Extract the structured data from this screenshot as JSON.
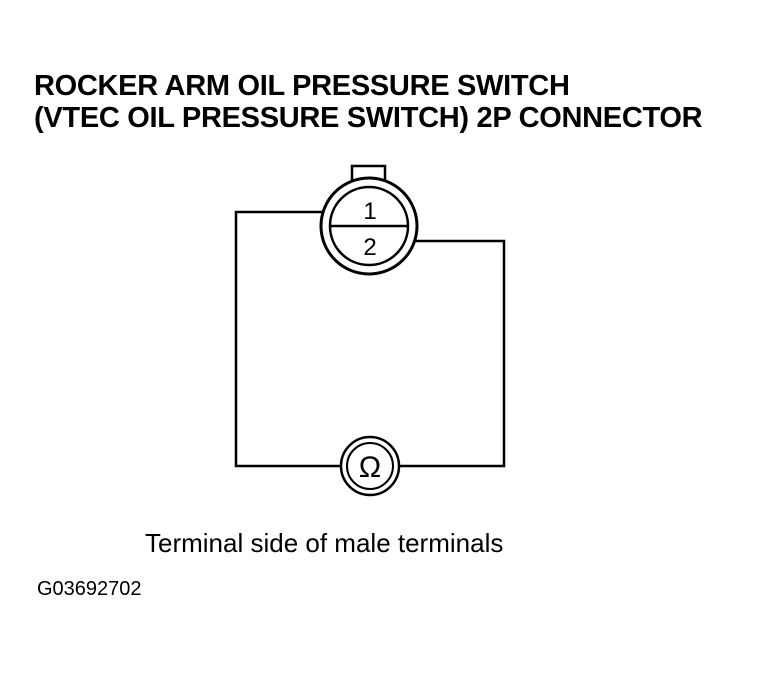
{
  "title": {
    "line1": "ROCKER ARM OIL PRESSURE SWITCH",
    "line2": "(VTEC OIL PRESSURE SWITCH) 2P CONNECTOR"
  },
  "connector": {
    "terminal_1": "1",
    "terminal_2": "2"
  },
  "meter": {
    "symbol": "Ω",
    "icon": "ohmmeter-icon"
  },
  "caption": "Terminal side of male terminals",
  "figure_code": "G03692702"
}
